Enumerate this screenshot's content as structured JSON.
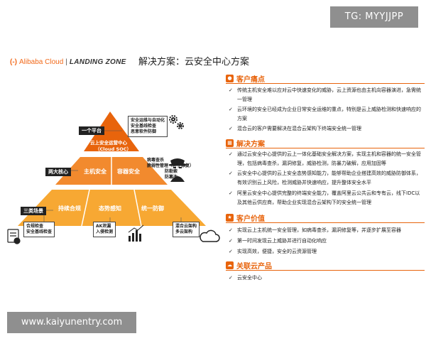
{
  "watermarks": {
    "tg": "TG: MYYJJPP",
    "url": "www.kaiyunentry.com"
  },
  "brand": {
    "mark": "(-)",
    "name": "Alibaba Cloud",
    "separator": "|",
    "product": "LANDING ZONE"
  },
  "page_title": "解决方案：云安全中心方案",
  "pyramid": {
    "tier_labels": {
      "top": "一个平台",
      "middle": "两大核心",
      "bottom": "三类场景"
    },
    "apex": {
      "line1": "云上安全运营中心",
      "line2": "（Cloud SOC）"
    },
    "core": [
      "主机安全",
      "容器安全"
    ],
    "base": [
      "持续合规",
      "态势感知",
      "统一防御"
    ],
    "callouts": {
      "top_right": [
        "安全运维与自动化",
        "安全基线检查",
        "恶意软件防御"
      ],
      "mid_right": [
        "病毒查杀",
        "脆弱性管理（补丁修复）",
        "防勒索",
        "防篡改"
      ],
      "bottom_left": [
        "合规检查",
        "安全基线检查"
      ],
      "bottom_mid": [
        "AK泄漏",
        "入侵检测"
      ],
      "bottom_right": [
        "混合云架构",
        "多云架构"
      ]
    },
    "colors": {
      "apex": "#e8640c",
      "core": "#f28a2e",
      "base": "#f7a833"
    }
  },
  "sections": [
    {
      "icon": "users-icon",
      "title": "客户痛点",
      "items": [
        "传统主机安全难以应对云中快速变化的威胁，云上资源也由主机向容器演进，急需统一管理",
        "云环境的安全已经成为企业日常安全运维的重点，特别是云上威胁检测和快速响应的方案",
        "混合云的客户需要解决在混合云架构下终端安全统一管理"
      ]
    },
    {
      "icon": "document-icon",
      "title": "解决方案",
      "items": [
        "通过云安全中心提供的云上一体化基础安全解决方案，实现主机和容器的统一安全管理，包括病毒查杀，漏洞修复，威胁检测，防暴力破解，应用加固等",
        "云安全中心提供的云上安全态势感知能力，能够帮助企业搭建高效的威胁防御体系，有效识别云上风险，检测威胁并快速响应，提升整体安全水平",
        "阿里云安全中心提供完整的终端安全能力，覆盖阿里云公共云和专有云，线下IDC以及其他云供应商，帮助企业实现混合云架构下的安全统一管理"
      ]
    },
    {
      "icon": "value-icon",
      "title": "客户价值",
      "items": [
        "实现云上主机统一安全管理，如病毒查杀，漏洞修复等，并逐步扩展至容器",
        "第一时间发现云上威胁并进行自动化响应",
        "实现高效，便捷，安全的云资源管理"
      ]
    },
    {
      "icon": "cloud-product-icon",
      "title": "关联云产品",
      "items": [
        "云安全中心"
      ]
    }
  ]
}
